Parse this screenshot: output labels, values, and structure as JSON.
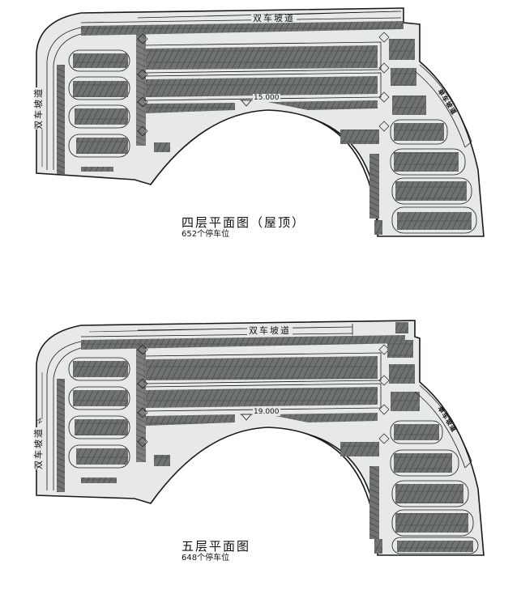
{
  "plans": [
    {
      "id": "floor-4",
      "title": "四层平面图（屋顶）",
      "parking_count": "652个停车位",
      "elevation": "15.000",
      "ramp_top_label": "双车坡道",
      "ramp_left_label": "双车坡道",
      "ramp_right_label": "单车坡道"
    },
    {
      "id": "floor-5",
      "title": "五层平面图",
      "parking_count": "648个停车位",
      "elevation": "19.000",
      "ramp_top_label": "双车坡道",
      "ramp_left_label": "双车坡道",
      "ramp_right_label": "单车坡道"
    }
  ],
  "colors": {
    "floor_fill": "#e7e9e6",
    "parking_fill": "#6f736f",
    "outline": "#1a1a1a",
    "background": "#ffffff"
  }
}
